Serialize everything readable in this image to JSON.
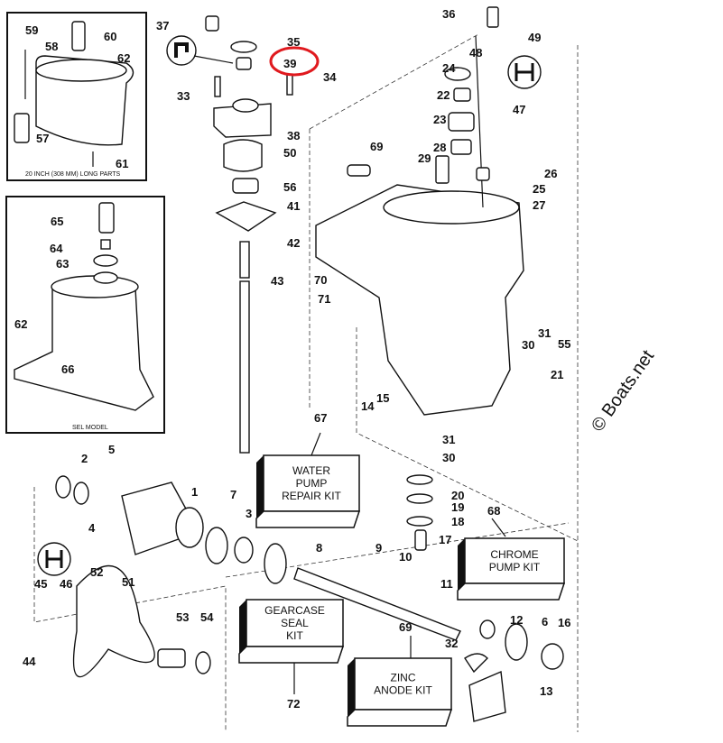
{
  "diagram": {
    "highlight_color": "#e0191e",
    "highlighted_part": "39",
    "watermark": "© Boats.net",
    "insets": [
      {
        "caption": "20 INCH (308 MM) LONG PARTS",
        "parts": [
          "59",
          "60",
          "58",
          "62",
          "57",
          "61"
        ]
      },
      {
        "caption": "SEL MODEL",
        "parts": [
          "65",
          "64",
          "63",
          "62",
          "66"
        ]
      }
    ],
    "part_labels": [
      "37",
      "35",
      "39",
      "34",
      "33",
      "38",
      "50",
      "56",
      "41",
      "42",
      "43",
      "36",
      "49",
      "48",
      "24",
      "22",
      "47",
      "23",
      "69",
      "28",
      "29",
      "26",
      "25",
      "27",
      "70",
      "71",
      "31",
      "30",
      "55",
      "21",
      "67",
      "14",
      "15",
      "31",
      "30",
      "2",
      "5",
      "1",
      "7",
      "3",
      "4",
      "8",
      "9",
      "10",
      "11",
      "17",
      "18",
      "19",
      "20",
      "68",
      "12",
      "6",
      "16",
      "32",
      "13",
      "45",
      "46",
      "52",
      "51",
      "53",
      "54",
      "44",
      "72",
      "69"
    ],
    "kits": [
      {
        "id": "water-pump-repair-kit",
        "lines": [
          "WATER",
          "PUMP",
          "REPAIR KIT"
        ]
      },
      {
        "id": "chrome-pump-kit",
        "lines": [
          "CHROME",
          "PUMP KIT"
        ]
      },
      {
        "id": "gearcase-seal-kit",
        "lines": [
          "GEARCASE",
          "SEAL",
          "KIT"
        ]
      },
      {
        "id": "zinc-anode-kit",
        "lines": [
          "ZINC",
          "ANODE KIT"
        ]
      }
    ]
  }
}
